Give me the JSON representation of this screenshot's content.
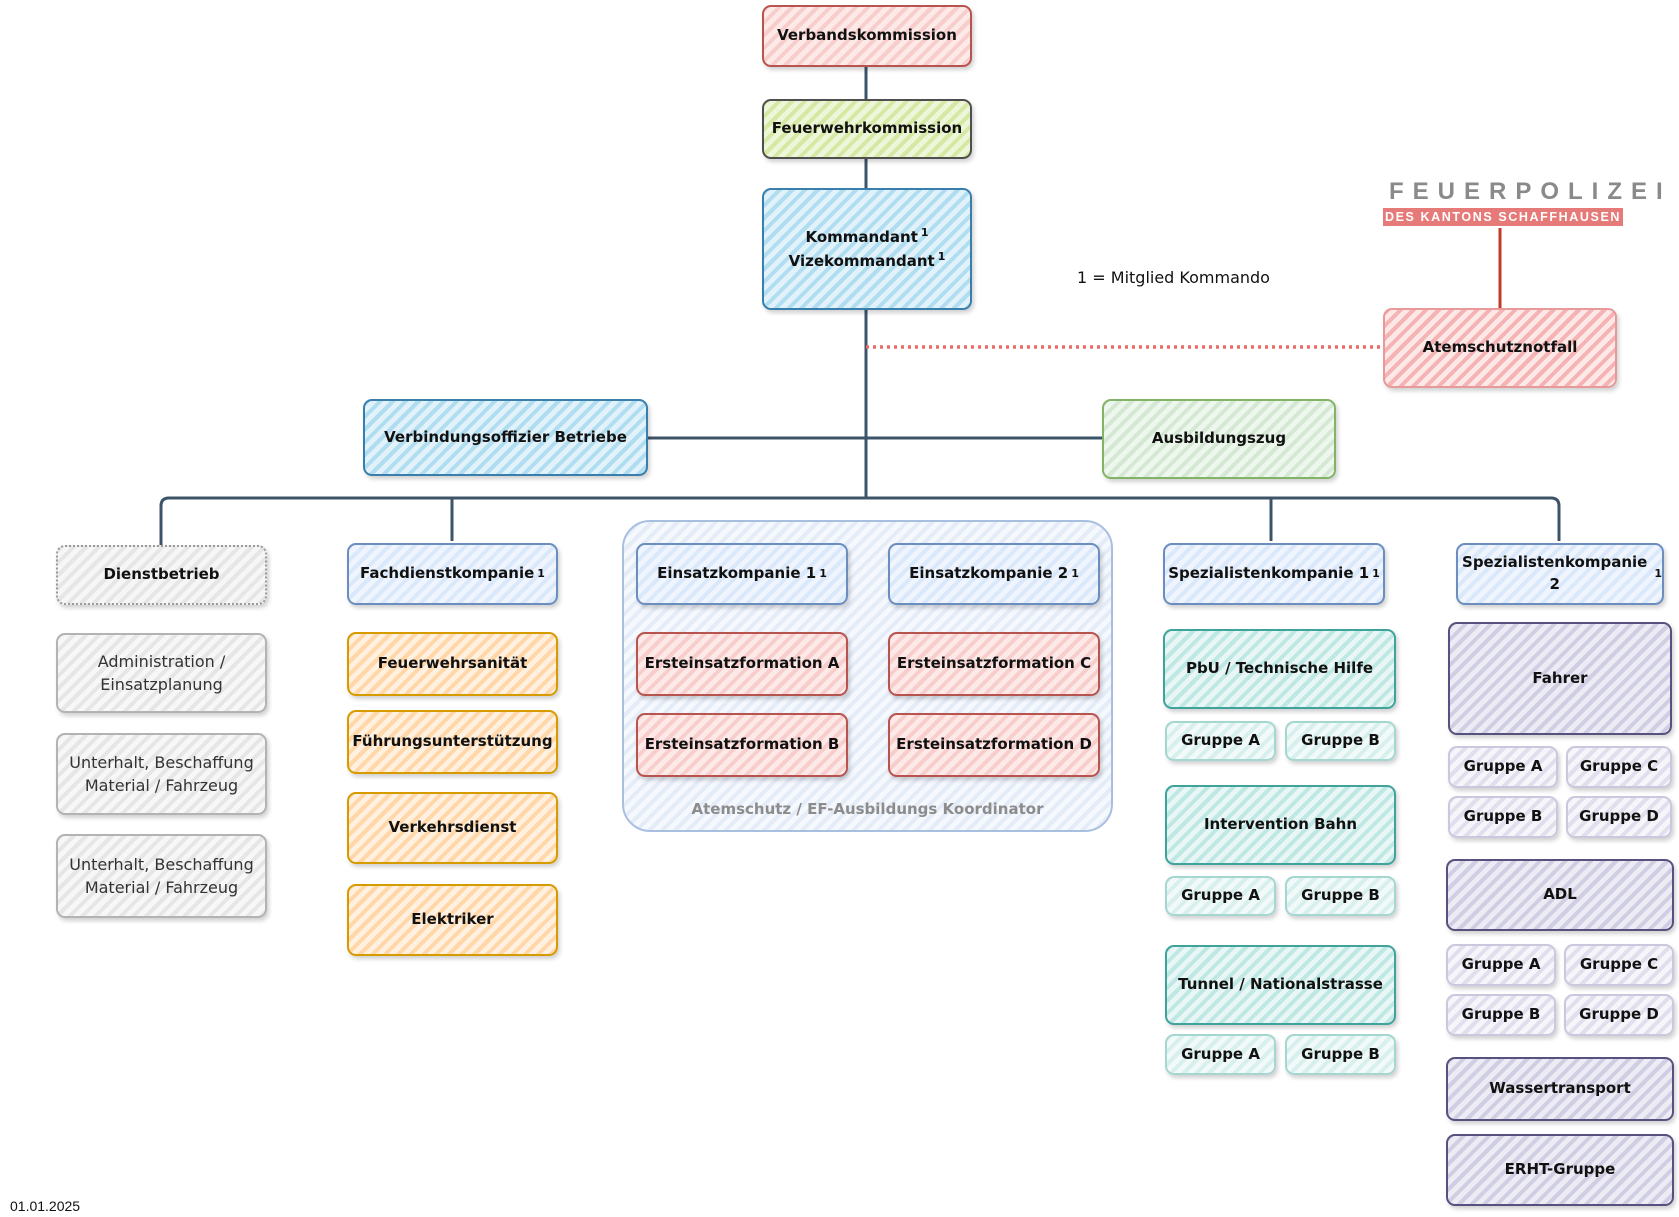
{
  "note": "1 = Mitglied Kommando",
  "date": "01.01.2025",
  "logo": {
    "main": "FEUERPOLIZEI",
    "sub": "DES KANTONS SCHAFFHAUSEN"
  },
  "colors": {
    "connector": "#3d5468",
    "dotted_connector": "#ea6b66",
    "logo_connector": "#c0392b"
  },
  "top": {
    "verbandskommission": "Verbandskommission",
    "feuerwehrkommission": "Feuerwehrkommission",
    "kommandant": "Kommandant",
    "vizekommandant": "Vizekommandant",
    "sup": "1"
  },
  "atemschutznotfall": "Atemschutznotfall",
  "verbindungsoffizier": "Verbindungsoffizier Betriebe",
  "ausbildungszug": "Ausbildungszug",
  "dienstbetrieb": {
    "title": "Dienstbetrieb",
    "items": [
      {
        "line1": "Administration /",
        "line2": "Einsatzplanung"
      },
      {
        "line1": "Unterhalt, Beschaffung",
        "line2": "Material / Fahrzeug"
      },
      {
        "line1": "Unterhalt, Beschaffung",
        "line2": "Material / Fahrzeug"
      }
    ]
  },
  "fachdienst": {
    "title": "Fachdienstkompanie",
    "sup": "1",
    "items": [
      "Feuerwehrsanität",
      "Führungsunterstützung",
      "Verkehrsdienst",
      "Elektriker"
    ]
  },
  "einsatz": {
    "k1": "Einsatzkompanie 1",
    "k2": "Einsatzkompanie 2",
    "sup": "1",
    "formations": [
      "Ersteinsatzformation A",
      "Ersteinsatzformation B",
      "Ersteinsatzformation C",
      "Ersteinsatzformation D"
    ],
    "container_label": "Atemschutz / EF-Ausbildungs Koordinator"
  },
  "spez1": {
    "title": "Spezialistenkompanie 1",
    "sup": "1",
    "units": [
      {
        "name": "PbU / Technische Hilfe",
        "groups": [
          "Gruppe A",
          "Gruppe B"
        ]
      },
      {
        "name": "Intervention Bahn",
        "groups": [
          "Gruppe A",
          "Gruppe B"
        ]
      },
      {
        "name": "Tunnel / Nationalstrasse",
        "groups": [
          "Gruppe A",
          "Gruppe B"
        ]
      }
    ]
  },
  "spez2": {
    "title": "Spezialistenkompanie 2",
    "sup": "1",
    "fahrer": {
      "name": "Fahrer",
      "groups": [
        "Gruppe A",
        "Gruppe C",
        "Gruppe B",
        "Gruppe D"
      ]
    },
    "adl": {
      "name": "ADL",
      "groups": [
        "Gruppe A",
        "Gruppe C",
        "Gruppe B",
        "Gruppe D"
      ]
    },
    "wassertransport": "Wassertransport",
    "erht": "ERHT-Gruppe"
  }
}
